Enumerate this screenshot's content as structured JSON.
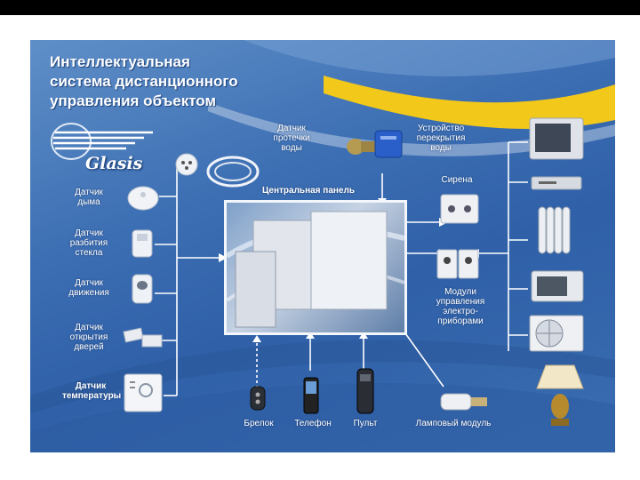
{
  "title_lines": [
    "Интеллектуальная",
    "система дистанционного",
    "управления объектом"
  ],
  "logo": "Glasis",
  "central_panel": "Центральная панель",
  "left_sensors": [
    [
      "Датчик",
      "дыма"
    ],
    [
      "Датчик",
      "разбития",
      "стекла"
    ],
    [
      "Датчик",
      "движения"
    ],
    [
      "Датчик",
      "открытия",
      "дверей"
    ],
    [
      "Датчик",
      "температуры"
    ]
  ],
  "top_items": {
    "leak_sensor": [
      "Датчик",
      "протечки",
      "воды"
    ],
    "shutoff": [
      "Устройство",
      "перекрытия",
      "воды"
    ]
  },
  "right_items": {
    "siren": "Сирена",
    "modules": [
      "Модули",
      "управления",
      "электро-",
      "приборами"
    ]
  },
  "bottom_items": [
    "Брелок",
    "Телефон",
    "Пульт"
  ],
  "lamp_module": "Ламповый модуль",
  "colors": {
    "background": "#3a6db1",
    "accent_band": "#f2c81a",
    "line": "#ffffff"
  }
}
